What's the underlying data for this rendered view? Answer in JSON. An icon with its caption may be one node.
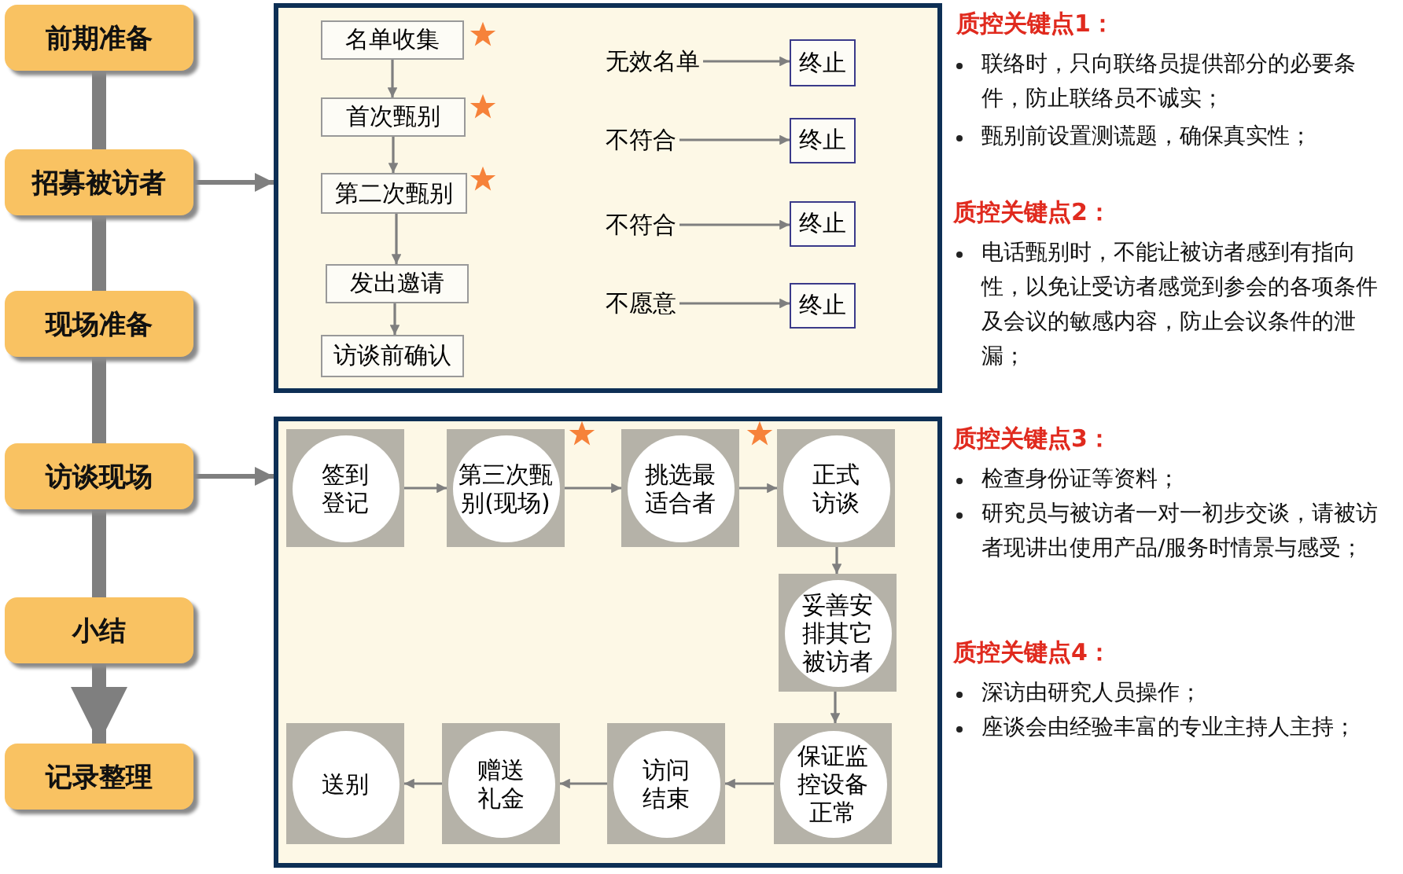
{
  "diagram": {
    "nodes": [
      {
        "text": [
          "前期准备"
        ]
      },
      {
        "text": [
          "招募被访者"
        ]
      },
      {
        "text": [
          "现场准备"
        ]
      },
      {
        "text": [
          "访谈现场"
        ]
      },
      {
        "text": [
          "小结"
        ]
      },
      {
        "text": [
          "记录整理"
        ]
      },
      {
        "text": [],
        "shape": "box"
      },
      {
        "text": [
          "名单收集"
        ],
        "in": 6
      },
      {
        "text": [
          "首次甄别"
        ],
        "in": 6
      },
      {
        "text": [
          "第二次甄别"
        ],
        "in": 6
      },
      {
        "text": [
          "发出邀请"
        ],
        "in": 6
      },
      {
        "text": [
          "访谈前确认"
        ],
        "in": 6
      },
      {
        "text": [
          "无效名单"
        ],
        "in": 6
      },
      {
        "text": [
          "终止"
        ],
        "in": 6
      },
      {
        "text": [
          "不符合"
        ],
        "in": 6
      },
      {
        "text": [
          "终止"
        ],
        "in": 6
      },
      {
        "text": [
          "不符合"
        ],
        "in": 6
      },
      {
        "text": [
          "终止"
        ],
        "in": 6
      },
      {
        "text": [
          "不愿意"
        ],
        "in": 6
      },
      {
        "text": [
          "终止"
        ],
        "in": 6
      },
      {
        "text": [],
        "shape": "box"
      },
      {
        "text": [
          "签到登记"
        ],
        "in": 20
      },
      {
        "text": [
          "第三次甄别(现场)"
        ],
        "in": 20
      },
      {
        "text": [
          "挑选最适合者"
        ],
        "in": 20
      },
      {
        "text": [
          "正式访谈"
        ],
        "in": 20
      },
      {
        "text": [
          "妥善安排其它被访者"
        ],
        "in": 20
      },
      {
        "text": [
          "保证监控设备正常"
        ],
        "in": 20
      },
      {
        "text": [
          "访问结束"
        ],
        "in": 20
      },
      {
        "text": [
          "赠送礼金"
        ],
        "in": 20
      },
      {
        "text": [
          "送别"
        ],
        "in": 20
      }
    ],
    "edges": [
      {
        "from": 0,
        "to": 1,
        "arrow": "none",
        "style": "thick"
      },
      {
        "from": 1,
        "to": 2,
        "arrow": "none",
        "style": "thick"
      },
      {
        "from": 2,
        "to": 3,
        "arrow": "none",
        "style": "thick"
      },
      {
        "from": 3,
        "to": 4,
        "arrow": "none",
        "style": "thick"
      },
      {
        "from": 4,
        "to": 5,
        "arrow": "to",
        "style": "thick"
      },
      {
        "from": 1,
        "to": 6,
        "arrow": "to"
      },
      {
        "from": 3,
        "to": 20,
        "arrow": "to"
      },
      {
        "from": 7,
        "to": 8,
        "arrow": "to"
      },
      {
        "from": 8,
        "to": 9,
        "arrow": "to"
      },
      {
        "from": 9,
        "to": 10,
        "arrow": "to"
      },
      {
        "from": 10,
        "to": 11,
        "arrow": "to"
      },
      {
        "from": 12,
        "to": 13,
        "arrow": "to"
      },
      {
        "from": 14,
        "to": 15,
        "arrow": "to"
      },
      {
        "from": 16,
        "to": 17,
        "arrow": "to"
      },
      {
        "from": 18,
        "to": 19,
        "arrow": "to"
      },
      {
        "from": 21,
        "to": 22,
        "arrow": "to"
      },
      {
        "from": 22,
        "to": 23,
        "arrow": "to"
      },
      {
        "from": 23,
        "to": 24,
        "arrow": "to"
      },
      {
        "from": 24,
        "to": 25,
        "arrow": "to"
      },
      {
        "from": 25,
        "to": 26,
        "arrow": "to"
      },
      {
        "from": 26,
        "to": 27,
        "arrow": "to"
      },
      {
        "from": 27,
        "to": 28,
        "arrow": "to"
      },
      {
        "from": 28,
        "to": 29,
        "arrow": "to"
      }
    ],
    "labels": [
      "质控关键点1：",
      "联络时，只向联络员提供部分的必要条件，防止联络员不诚实；",
      "甄别前设置测谎题，确保真实性；",
      "质控关键点2：",
      "电话甄别时，不能让被访者感到有指向性，以免让受访者感觉到参会的各项条件及会议的敏感内容，防止会议条件的泄漏；",
      "质控关键点3：",
      "检查身份证等资料；",
      "研究员与被访者一对一初步交谈，请被访者现讲出使用产品/服务时情景与感受；",
      "质控关键点4：",
      "深访由研究人员操作；",
      "座谈会由经验丰富的专业主持人主持；"
    ]
  }
}
